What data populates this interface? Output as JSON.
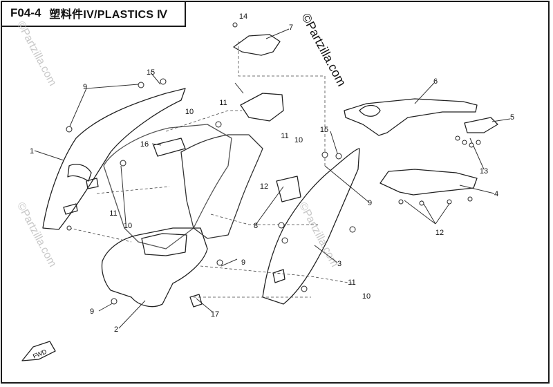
{
  "title": {
    "code": "F04-4",
    "text": "塑料件IV/PLASTICS Ⅳ"
  },
  "watermark": "©Partzilla.com",
  "fwd_label": "FWD",
  "callouts": [
    "1",
    "2",
    "3",
    "4",
    "5",
    "6",
    "7",
    "8",
    "9",
    "9",
    "9",
    "9",
    "9",
    "10",
    "10",
    "10",
    "10",
    "11",
    "11",
    "11",
    "11",
    "12",
    "12",
    "13",
    "14",
    "15",
    "15",
    "16",
    "17"
  ]
}
